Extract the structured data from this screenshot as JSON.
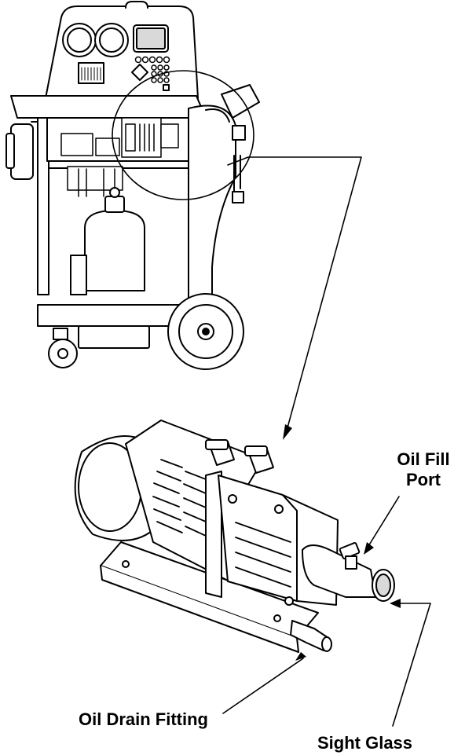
{
  "labels": {
    "oil_fill_port_line1": "Oil Fill",
    "oil_fill_port_line2": "Port",
    "oil_drain_fitting": "Oil Drain Fitting",
    "sight_glass": "Sight Glass"
  },
  "colors": {
    "line": "#000000",
    "fill": "#ffffff",
    "shade": "#d9d9d9"
  }
}
